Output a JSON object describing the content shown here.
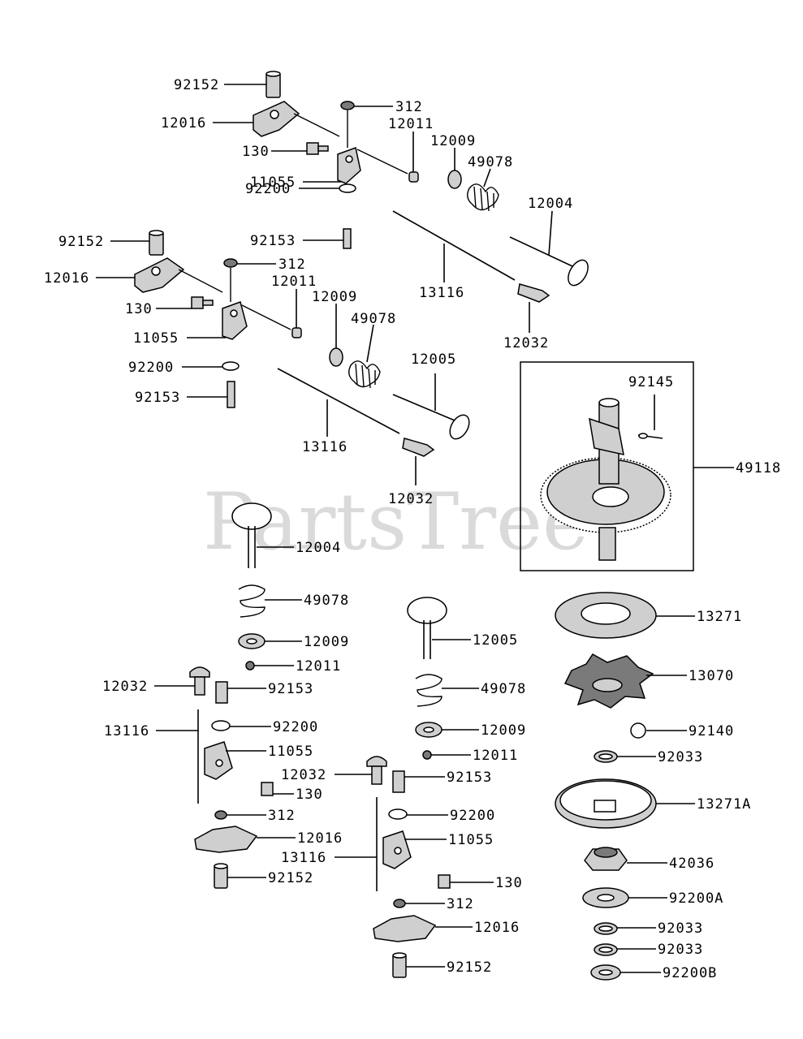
{
  "watermark": "PartsTree",
  "labels": {
    "a_92152": "92152",
    "a_12016": "12016",
    "a_130": "130",
    "a_11055": "11055",
    "a_92200": "92200",
    "a_92153": "92153",
    "a_312": "312",
    "a_12011": "12011",
    "a_12009": "12009",
    "a_49078": "49078",
    "a_12004": "12004",
    "a_13116": "13116",
    "a_12032": "12032",
    "b_92152": "92152",
    "b_12016": "12016",
    "b_130": "130",
    "b_11055": "11055",
    "b_92200": "92200",
    "b_92153": "92153",
    "b_312": "312",
    "b_12011": "12011",
    "b_12009": "12009",
    "b_49078": "49078",
    "b_12005": "12005",
    "b_13116": "13116",
    "b_12032": "12032",
    "cam_92145": "92145",
    "cam_49118": "49118",
    "r_13271": "13271",
    "r_13070": "13070",
    "r_92140": "92140",
    "r_92033a": "92033",
    "r_13271A": "13271A",
    "r_42036": "42036",
    "r_92200A": "92200A",
    "r_92033b": "92033",
    "r_92033c": "92033",
    "r_92200B": "92200B",
    "c_12004": "12004",
    "c_49078": "49078",
    "c_12009": "12009",
    "c_12011": "12011",
    "c_12032": "12032",
    "c_92153": "92153",
    "c_13116": "13116",
    "c_92200": "92200",
    "c_11055": "11055",
    "c_130": "130",
    "c_312": "312",
    "c_12016": "12016",
    "c_92152": "92152",
    "d_12005": "12005",
    "d_49078": "49078",
    "d_12009": "12009",
    "d_12011": "12011",
    "d_12032": "12032",
    "d_92153": "92153",
    "d_92200": "92200",
    "d_11055": "11055",
    "d_13116": "13116",
    "d_130": "130",
    "d_312": "312",
    "d_12016": "12016",
    "d_92152": "92152"
  }
}
